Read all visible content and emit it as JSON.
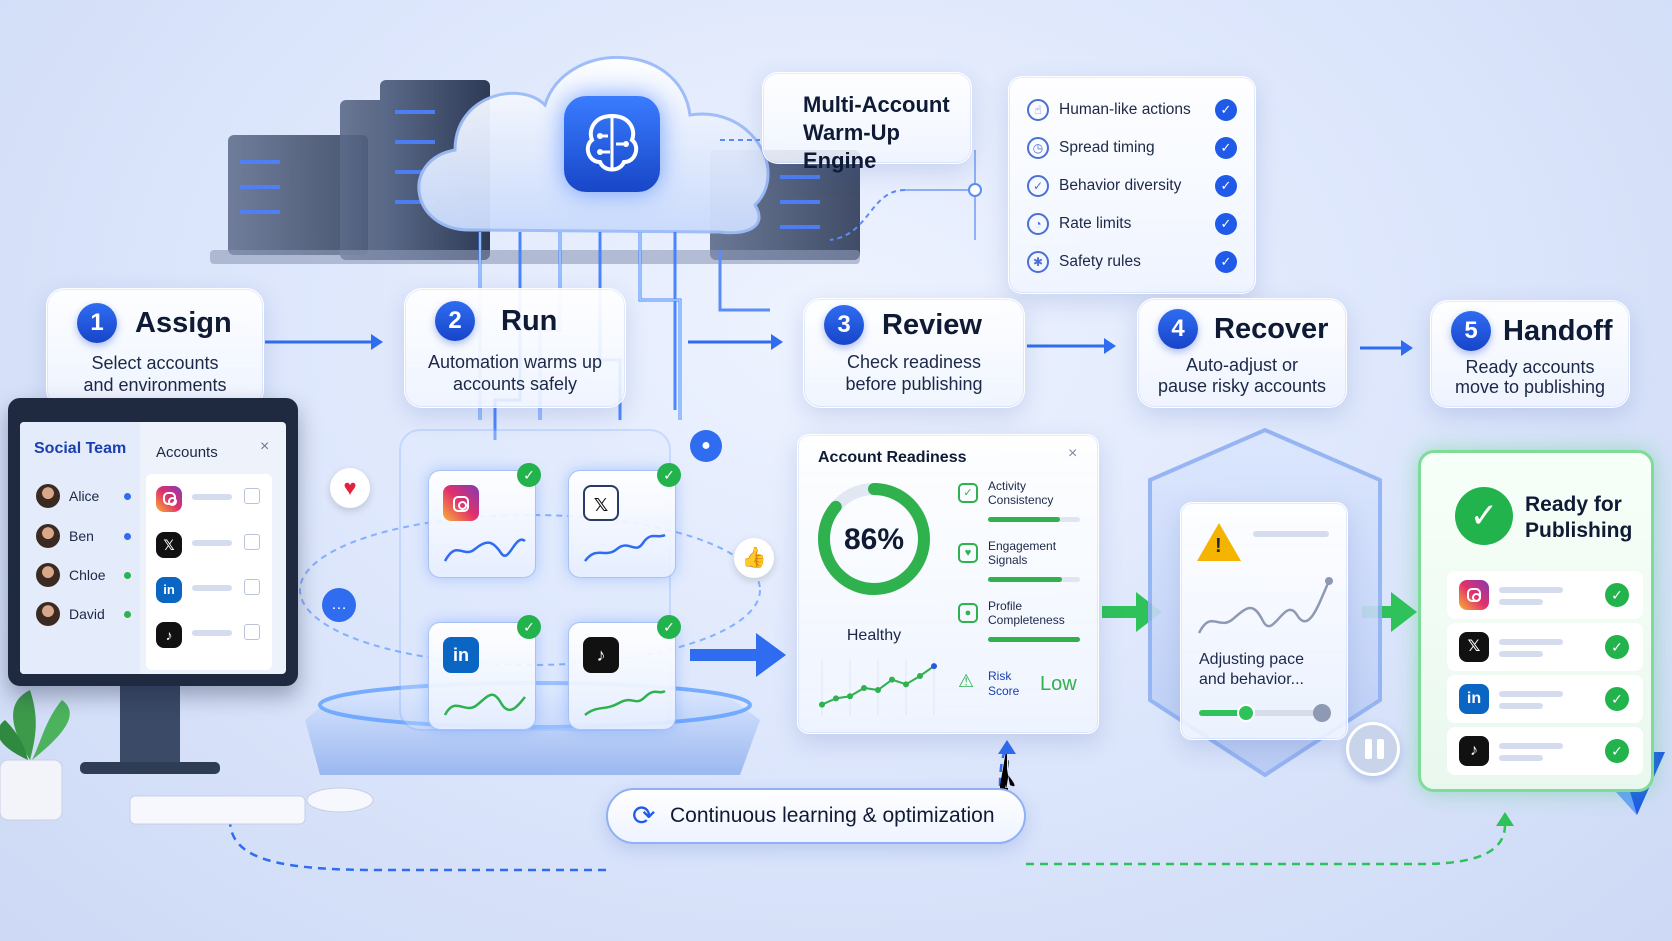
{
  "engine": {
    "title_line1": "Multi-Account",
    "title_line2": "Warm-Up Engine"
  },
  "features": [
    {
      "label": "Human-like actions",
      "icon": "hand-icon"
    },
    {
      "label": "Spread timing",
      "icon": "timer-icon"
    },
    {
      "label": "Behavior diversity",
      "icon": "badge-check-icon"
    },
    {
      "label": "Rate limits",
      "icon": "clock-icon"
    },
    {
      "label": "Safety rules",
      "icon": "asterisk-icon"
    }
  ],
  "steps": [
    {
      "num": "1",
      "title": "Assign",
      "desc1": "Select accounts",
      "desc2": "and environments"
    },
    {
      "num": "2",
      "title": "Run",
      "desc1": "Automation warms up",
      "desc2": "accounts safely"
    },
    {
      "num": "3",
      "title": "Review",
      "desc1": "Check readiness",
      "desc2": "before publishing"
    },
    {
      "num": "4",
      "title": "Recover",
      "desc1": "Auto-adjust or",
      "desc2": "pause risky accounts"
    },
    {
      "num": "5",
      "title": "Handoff",
      "desc1": "Ready accounts",
      "desc2": "move to publishing"
    }
  ],
  "team": {
    "title": "Social Team",
    "accounts_title": "Accounts",
    "members": [
      {
        "name": "Alice",
        "status": "#2f6cf0"
      },
      {
        "name": "Ben",
        "status": "#2f6cf0"
      },
      {
        "name": "Chloe",
        "status": "#2fb14e"
      },
      {
        "name": "David",
        "status": "#2fb14e"
      }
    ],
    "close": "×"
  },
  "readiness": {
    "title": "Account Readiness",
    "close": "×",
    "score": "86%",
    "score_fraction": 0.86,
    "status": "Healthy",
    "metrics": [
      {
        "line1": "Activity",
        "line2": "Consistency",
        "fill": 0.78
      },
      {
        "line1": "Engagement",
        "line2": "Signals",
        "fill": 0.8
      },
      {
        "line1": "Profile",
        "line2": "Completeness",
        "fill": 1.0
      }
    ],
    "risk_line1": "Risk",
    "risk_line2": "Score",
    "risk_value": "Low",
    "trend": [
      2,
      3.2,
      3.6,
      5.2,
      4.8,
      6.8,
      5.9,
      7.5,
      9.4
    ]
  },
  "recover": {
    "line1": "Adjusting pace",
    "line2": "and behavior...",
    "slider": 0.38
  },
  "handoff": {
    "line1": "Ready for",
    "line2": "Publishing"
  },
  "loop": {
    "label": "Continuous learning & optimization"
  },
  "colors": {
    "accent": "#1f5ae8",
    "success": "#22b34c",
    "warning": "#f5b400"
  }
}
